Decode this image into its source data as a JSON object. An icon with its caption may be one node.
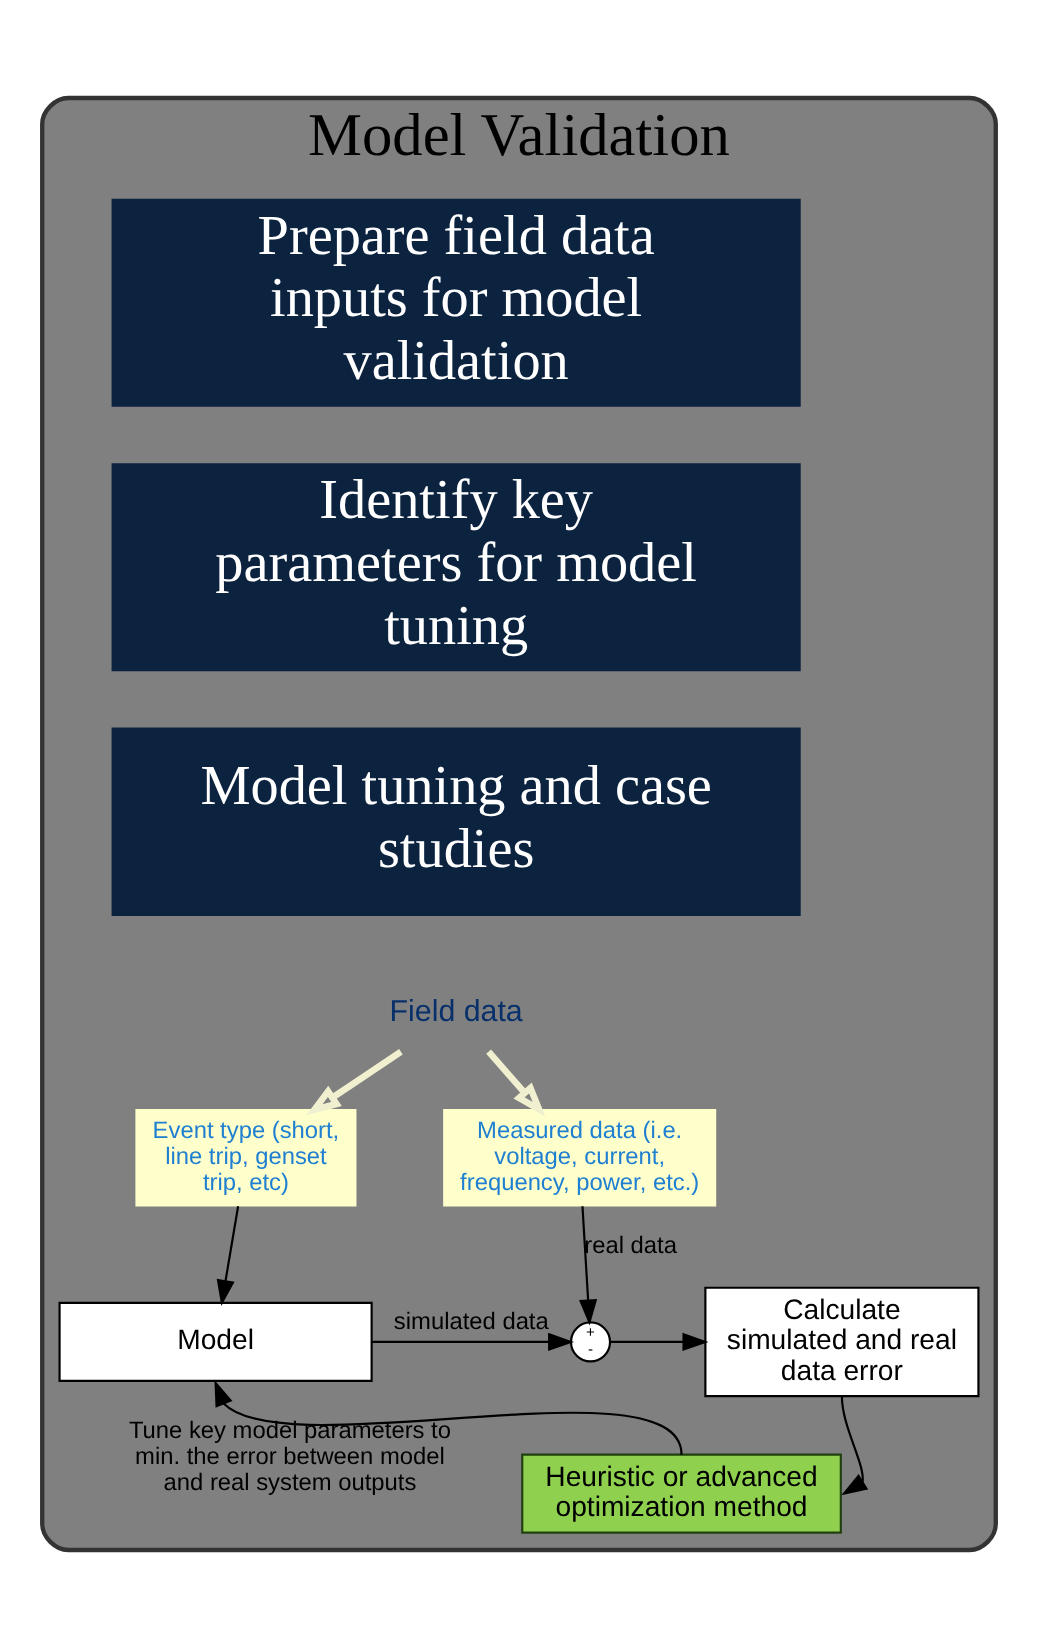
{
  "diagram": {
    "nodes": [
      {
        "text": [
          "Model Validation"
        ]
      },
      {
        "text": [
          "Prepare field data inputs for model validation"
        ],
        "in": 0
      },
      {
        "text": [
          "Identify key parameters for model tuning"
        ],
        "in": 0
      },
      {
        "text": [
          "Model tuning and case studies"
        ],
        "in": 0
      },
      {
        "text": [
          "Field data"
        ],
        "in": 0
      },
      {
        "text": [
          "Event type (short, line trip, genset trip, etc)"
        ],
        "in": 0
      },
      {
        "text": [
          "Measured data (i.e. voltage, current, frequency, power, etc.)"
        ],
        "in": 0
      },
      {
        "text": [
          "Model"
        ],
        "in": 0
      },
      {
        "text": [
          "+",
          "-"
        ],
        "in": 0
      },
      {
        "text": [
          "Calculate simulated and real data error"
        ],
        "in": 0
      },
      {
        "text": [
          "Heuristic or advanced optimization method"
        ],
        "in": 0
      }
    ],
    "edges": [
      {
        "from": 4,
        "to": 5,
        "arrow": "to",
        "style": "thick",
        "color": "#f0f0d0"
      },
      {
        "from": 4,
        "to": 6,
        "arrow": "to",
        "style": "thick",
        "color": "#f0f0d0"
      },
      {
        "from": 6,
        "to": 8,
        "arrow": "to",
        "label": "real data"
      },
      {
        "from": 5,
        "to": 7,
        "arrow": "to"
      },
      {
        "from": 7,
        "to": 8,
        "arrow": "to",
        "label": "simulated data"
      },
      {
        "from": 8,
        "to": 9,
        "arrow": "to"
      },
      {
        "from": 9,
        "to": 10,
        "arrow": "to"
      },
      {
        "from": 10,
        "to": 7,
        "arrow": "to",
        "label": "Tune key model parameters to min. the error between model and real system outputs"
      }
    ]
  }
}
